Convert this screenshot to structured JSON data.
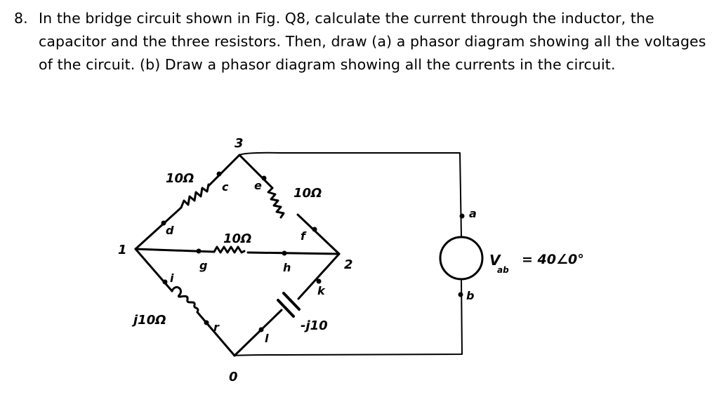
{
  "question": {
    "number": "8.",
    "text": "In the bridge circuit shown in Fig. Q8, calculate the current through the inductor, the capacitor and the three resistors. Then, draw (a) a phasor diagram showing all the voltages of the circuit. (b) Draw a phasor diagram showing all the currents in the circuit."
  },
  "circuit": {
    "nodes": {
      "n1": "1",
      "n2": "2",
      "n3": "3",
      "n0": "0"
    },
    "points": {
      "a": "a",
      "b": "b",
      "c": "c",
      "d": "d",
      "e": "e",
      "f": "f",
      "g": "g",
      "h": "h",
      "i": "i",
      "r": "r",
      "l": "l",
      "k": "k"
    },
    "r_top_left": "10Ω",
    "r_top_right": "10Ω",
    "r_middle": "10Ω",
    "inductor": "j10Ω",
    "capacitor": "-j10",
    "source_label": "V",
    "source_sub": "ab",
    "source_value": "= 40∠0°"
  }
}
